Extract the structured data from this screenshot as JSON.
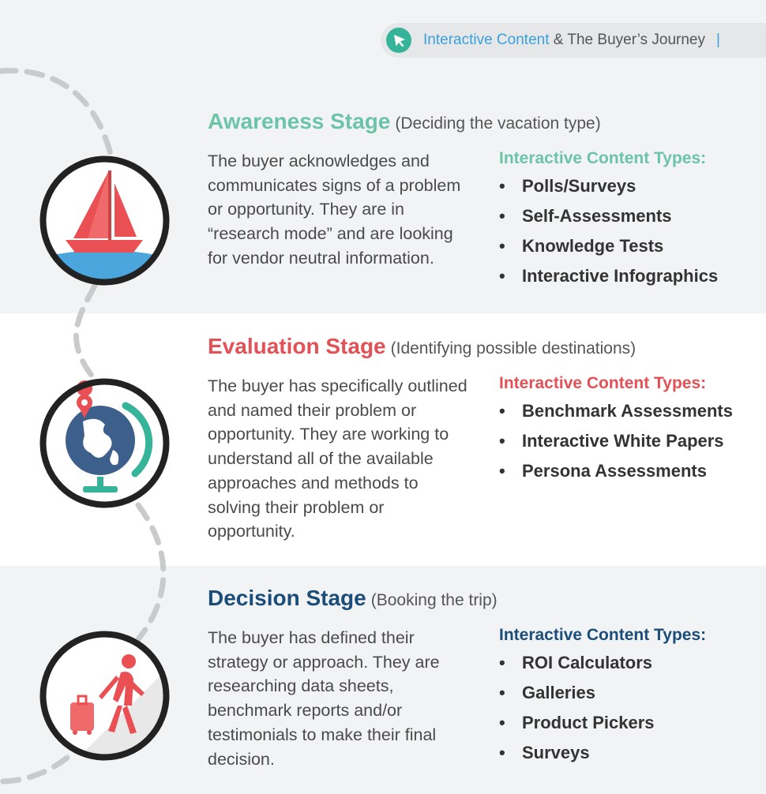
{
  "header": {
    "accent": "Interactive Content",
    "rest": " & The Buyer’s Journey",
    "separator": "|"
  },
  "colors": {
    "awareness": "#6cc4a6",
    "evaluation": "#e35156",
    "decision": "#1b4d7a",
    "header_accent": "#3aa0dc"
  },
  "stages": [
    {
      "name": "Awareness Stage",
      "subtitle": "(Deciding the vacation type)",
      "icon": "sailboat-icon",
      "description": "The buyer acknowledges and communicates signs of a problem or opportunity. They are in “research mode” and are looking for vendor neutral information.",
      "types_label": "Interactive Content Types:",
      "types": [
        "Polls/Surveys",
        "Self-Assessments",
        "Knowledge Tests",
        "Interactive Infographics"
      ]
    },
    {
      "name": "Evaluation Stage",
      "subtitle": "(Identifying possible destinations)",
      "icon": "globe-icon",
      "description": "The buyer has specifically outlined and named their problem or opportunity. They are working to understand all of the available approaches and methods to solving their problem or opportunity.",
      "types_label": "Interactive Content Types:",
      "types": [
        "Benchmark Assessments",
        "Interactive White Papers",
        "Persona Assessments"
      ]
    },
    {
      "name": "Decision Stage",
      "subtitle": "(Booking the trip)",
      "icon": "traveler-icon",
      "description": "The buyer has defined their strategy or approach. They are researching data sheets, benchmark reports and/or testimonials to make their final decision.",
      "types_label": "Interactive Content Types:",
      "types": [
        "ROI Calculators",
        "Galleries",
        "Product Pickers",
        "Surveys"
      ]
    }
  ]
}
